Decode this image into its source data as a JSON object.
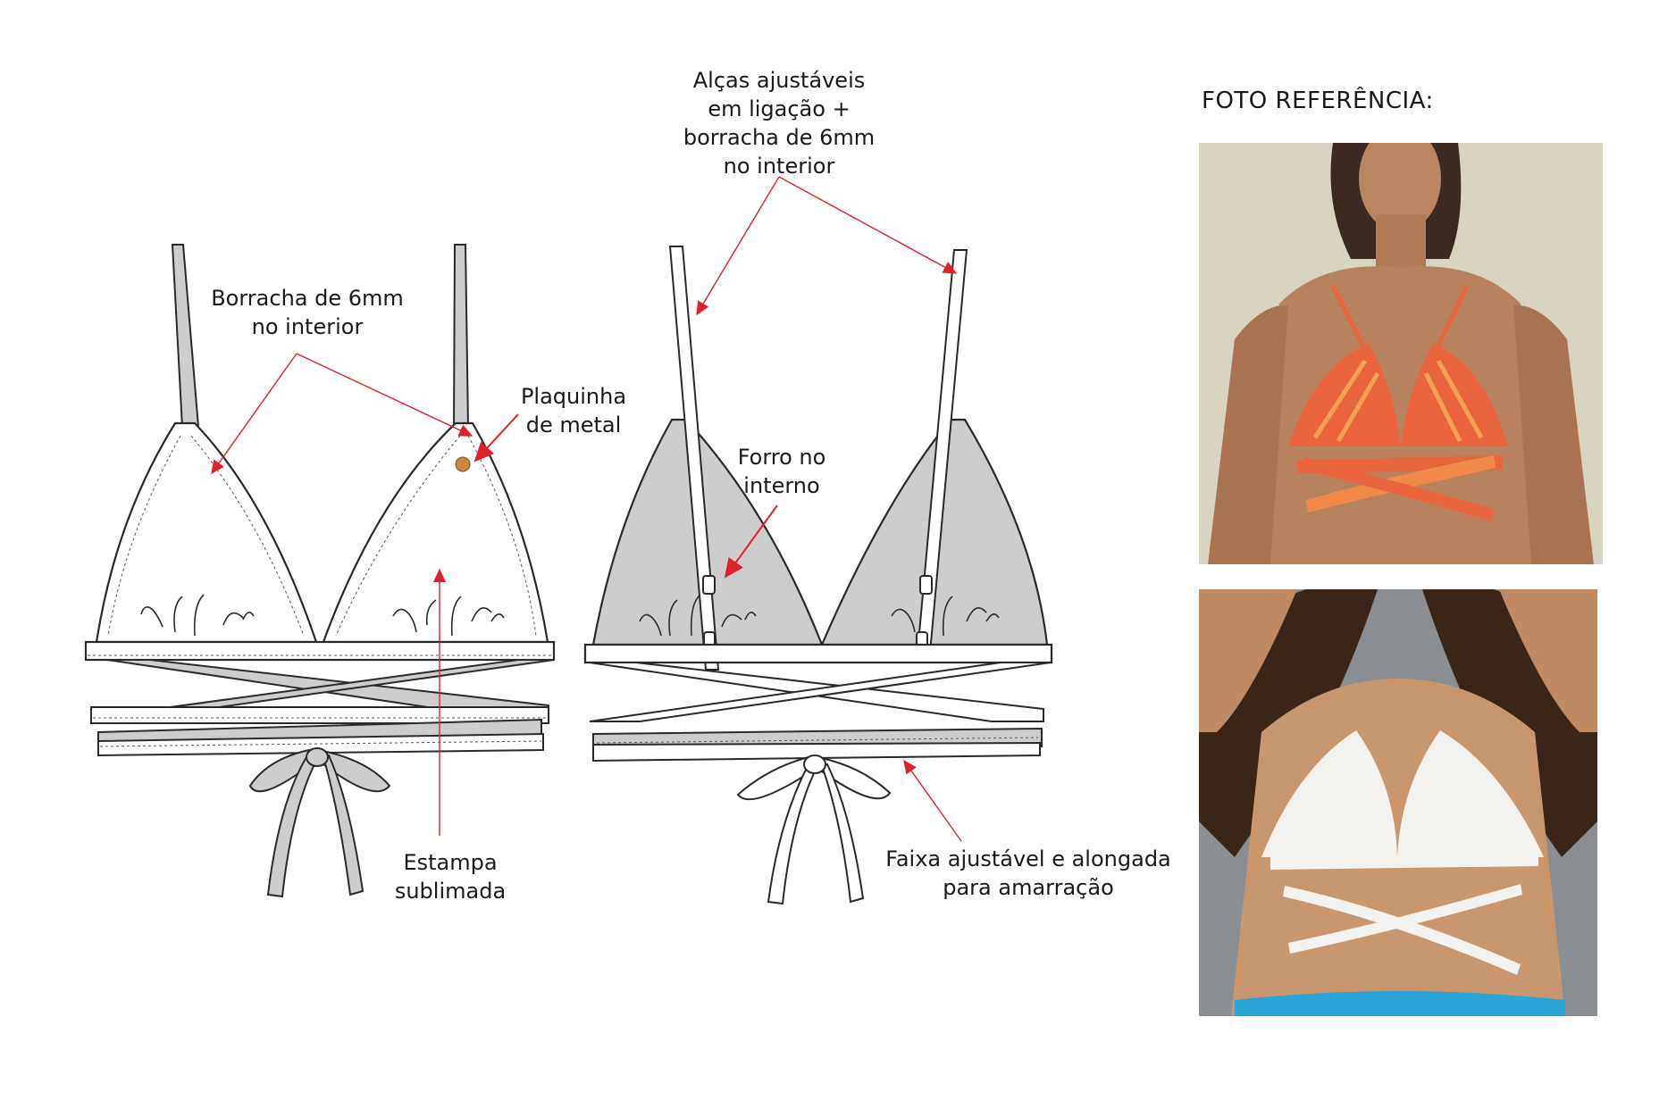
{
  "labels": {
    "borracha": [
      "Borracha de 6mm",
      "no interior"
    ],
    "plaquinha": [
      "Plaquinha",
      "de metal"
    ],
    "estampa": [
      "Estampa",
      "sublimada"
    ],
    "alcas": [
      "Alças ajustáveis",
      "em ligação +",
      "borracha de 6mm",
      "no interior"
    ],
    "forro": [
      "Forro no",
      "interno"
    ],
    "faixa": [
      "Faixa ajustável e alongada",
      "para amarração"
    ]
  },
  "reference": {
    "title": "FOTO REFERÊNCIA:"
  },
  "colors": {
    "outline": "#2a2a2a",
    "fill_gray": "#cdcdcd",
    "callout_red": "#e0202a",
    "metal_plate": "#c9873a",
    "photo1_bg": "#d9d3c2",
    "photo1_bikini": "#e8643c",
    "photo2_bg": "#8a8e93",
    "photo2_bikini": "#f4f2ee"
  },
  "icons": {
    "front_view": "bikini-top-front-sketch",
    "back_view": "bikini-top-back-sketch",
    "photo1": "reference-photo-striped-bikini",
    "photo2": "reference-photo-white-bikini"
  }
}
